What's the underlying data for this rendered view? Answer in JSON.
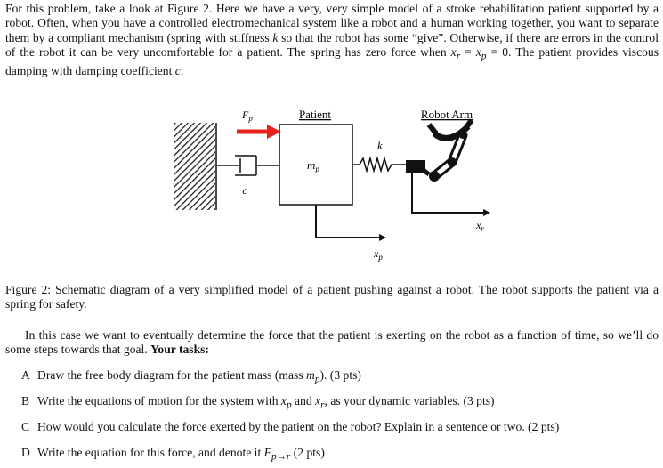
{
  "intro": {
    "part1": "For this problem, take a look at Figure 2. Here we have a very, very simple model of a stroke rehabilitation patient supported by a robot. Often, when you have a controlled electromechanical system like a robot and a human working together, you want to separate them by a compliant mechanism (spring with stiffness ",
    "k": "k",
    "part2": " so that the robot has some “give”. Otherwise, if there are errors in the control of the robot it can be very uncomfortable for a patient. The spring has zero force when ",
    "xr": "x",
    "xr_sub": "r",
    "eq": " = ",
    "xp": "x",
    "xp_sub": "p",
    "part3": " = 0. The patient provides viscous damping with damping coefficient ",
    "c": "c",
    "end": "."
  },
  "figure": {
    "fp_label": "F",
    "fp_sub": "p",
    "patient_label": "Patient",
    "robot_label": "Robot Arm",
    "k_label": "k",
    "mp_label": "m",
    "mp_sub": "p",
    "c_label": "c",
    "xp_label": "x",
    "xp_sub": "p",
    "xr_label": "x",
    "xr_sub": "r",
    "arrow_color": "#e8231a"
  },
  "caption": "Figure 2: Schematic diagram of a very simplified model of a patient pushing against a robot. The robot supports the patient via a spring for safety.",
  "body2": {
    "text": "In this case we want to eventually determine the force that the patient is exerting on the robot as a function of time, so we’ll do some steps towards that goal. ",
    "bold": "Your tasks:"
  },
  "tasks": [
    {
      "letter": "A",
      "pre": "Draw the free body diagram for the patient mass (mass ",
      "var": "m",
      "sub": "p",
      "post": "). (3 pts)"
    },
    {
      "letter": "B",
      "pre": "Write the equations of motion for the system with ",
      "var": "x",
      "sub": "p",
      "mid": " and ",
      "var2": "x",
      "sub2": "r",
      "post": ", as your dynamic variables. (3 pts)"
    },
    {
      "letter": "C",
      "text": "How would you calculate the force exerted by the patient on the robot? Explain in a sentence or two. (2 pts)"
    },
    {
      "letter": "D",
      "pre": "Write the equation for this force, and denote it ",
      "var": "F",
      "sub": "p→r",
      "post": " (2 pts)"
    }
  ]
}
